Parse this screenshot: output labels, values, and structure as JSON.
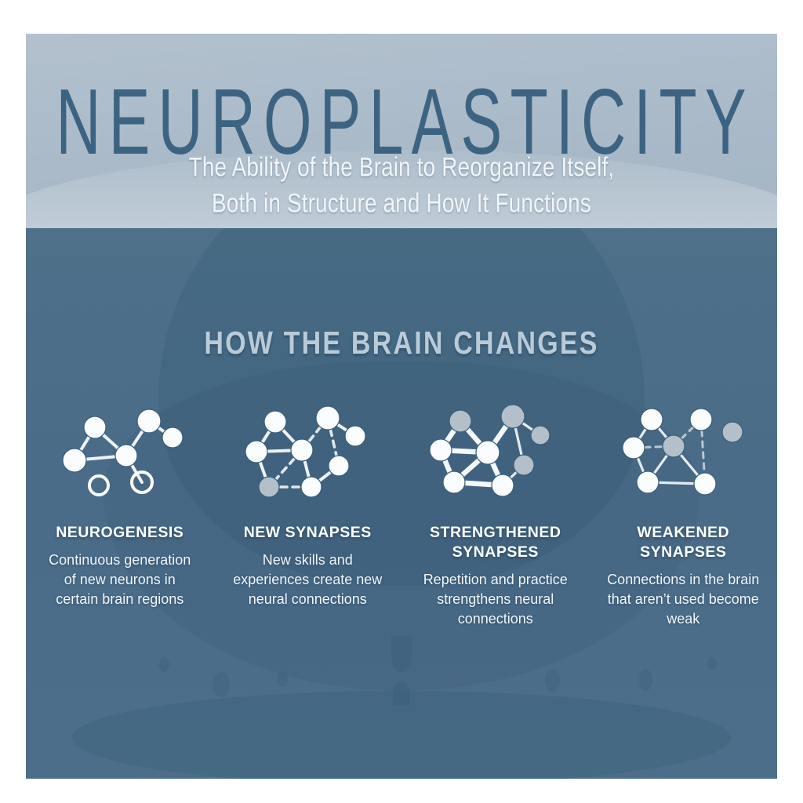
{
  "poster": {
    "title": "NEUROPLASTICITY",
    "subtitle_lines": [
      "The Ability of the Brain to Reorganize Itself,",
      "Both in Structure and How It Functions"
    ],
    "section_title": "HOW THE BRAIN CHANGES",
    "colors": {
      "header_background": "#adbdcc",
      "header_curve": "#cfd9e1",
      "body_background": "#4a6c88",
      "title_text": "#3d6382",
      "subtitle_text": "#f2f6f9",
      "section_title_text": "#b9cbd9",
      "node_active": "#fbfcfd",
      "node_inactive": "#b4bfc9",
      "edge": "#eef3f7"
    },
    "columns": [
      {
        "title": "NEUROGENESIS",
        "description": "Continuous generation of new neurons in certain brain regions",
        "diagram": "neurogenesis-network-diagram"
      },
      {
        "title": "NEW SYNAPSES",
        "description": "New skills and experiences create new neural connections",
        "diagram": "new-synapses-network-diagram"
      },
      {
        "title": "STRENGTHENED SYNAPSES",
        "description": "Repetition and practice strengthens neural connections",
        "diagram": "strengthened-synapses-network-diagram"
      },
      {
        "title": "WEAKENED SYNAPSES",
        "description": "Connections in the brain that aren’t used become weak",
        "diagram": "weakened-synapses-network-diagram"
      }
    ]
  }
}
